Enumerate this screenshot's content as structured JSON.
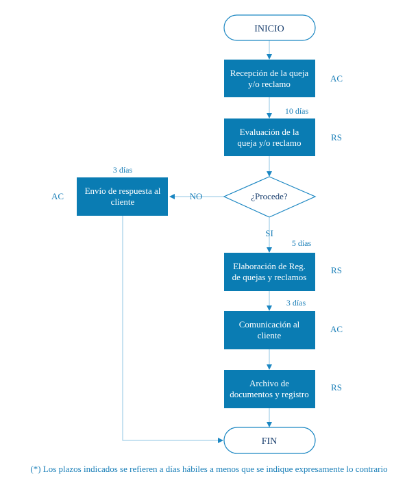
{
  "colors": {
    "box_fill": "#0a7cb3",
    "box_text": "#ffffff",
    "accent_text": "#1a7fb8",
    "line": "#8fc6e3",
    "arrow": "#1a86c2",
    "terminal_border": "#1a86c2"
  },
  "flowchart": {
    "start": "INICIO",
    "end": "FIN",
    "steps": {
      "recepcion": {
        "lines": [
          "Recepción de la queja",
          "y/o reclamo"
        ],
        "role": "AC"
      },
      "evaluacion": {
        "lines": [
          "Evaluación de la",
          "queja y/o reclamo"
        ],
        "role": "RS",
        "time": "10 días"
      },
      "decision": {
        "label": "¿Procede?",
        "yes": "SI",
        "no": "NO"
      },
      "envio": {
        "lines": [
          "Envío de respuesta al",
          "cliente"
        ],
        "role": "AC",
        "time": "3 días"
      },
      "elaboracion": {
        "lines": [
          "Elaboración de Reg.",
          "de quejas y reclamos"
        ],
        "role": "RS",
        "time": "5 días"
      },
      "comunicacion": {
        "lines": [
          "Comunicación al",
          "cliente"
        ],
        "role": "AC",
        "time": "3 días"
      },
      "archivo": {
        "lines": [
          "Archivo de",
          "documentos y registro"
        ],
        "role": "RS"
      }
    }
  },
  "footnote": "(*) Los plazos indicados se refieren a días hábiles a menos que se indique expresamente lo contrario"
}
